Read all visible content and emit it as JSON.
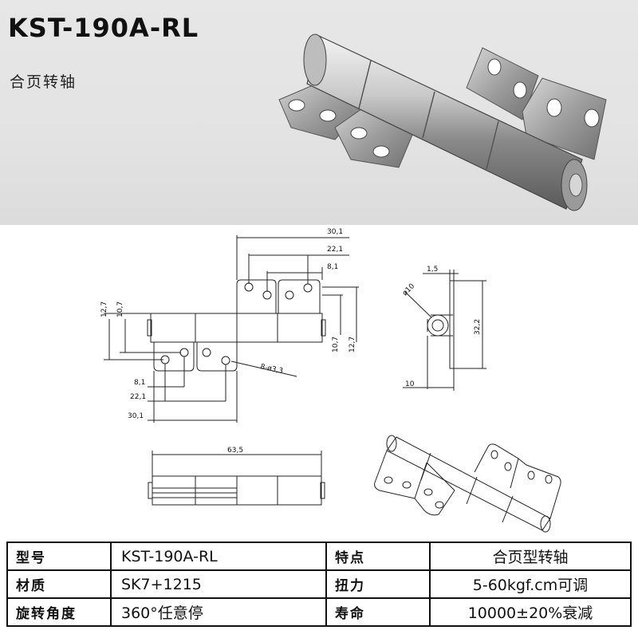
{
  "header": {
    "model_title": "KST-190A-RL",
    "product_name": "合页转轴"
  },
  "drawing": {
    "dims": {
      "d30_1_top": "30,1",
      "d22_1_top": "22,1",
      "d8_1_top": "8,1",
      "d12_7_left": "12,7",
      "d10_7_left": "10,7",
      "d10_7_right": "10,7",
      "d12_7_right": "12,7",
      "d8_1_bottom": "8,1",
      "d22_1_bottom": "22,1",
      "d30_1_bottom": "30,1",
      "holes": "8-ø3,3",
      "d1_5": "1,5",
      "dia10": "ø10",
      "d32_2": "32,2",
      "d10_side": "10",
      "d63_5": "63,5"
    }
  },
  "specs": {
    "rows": [
      {
        "k1": "型号",
        "v1": "KST-190A-RL",
        "k2": "特点",
        "v2": "合页型转轴"
      },
      {
        "k1": "材质",
        "v1": "SK7+1215",
        "k2": "扭力",
        "v2": "5-60kgf.cm可调"
      },
      {
        "k1": "旋转角度",
        "v1": "360°任意停",
        "k2": "寿命",
        "v2": "10000±20%衰减"
      }
    ]
  }
}
